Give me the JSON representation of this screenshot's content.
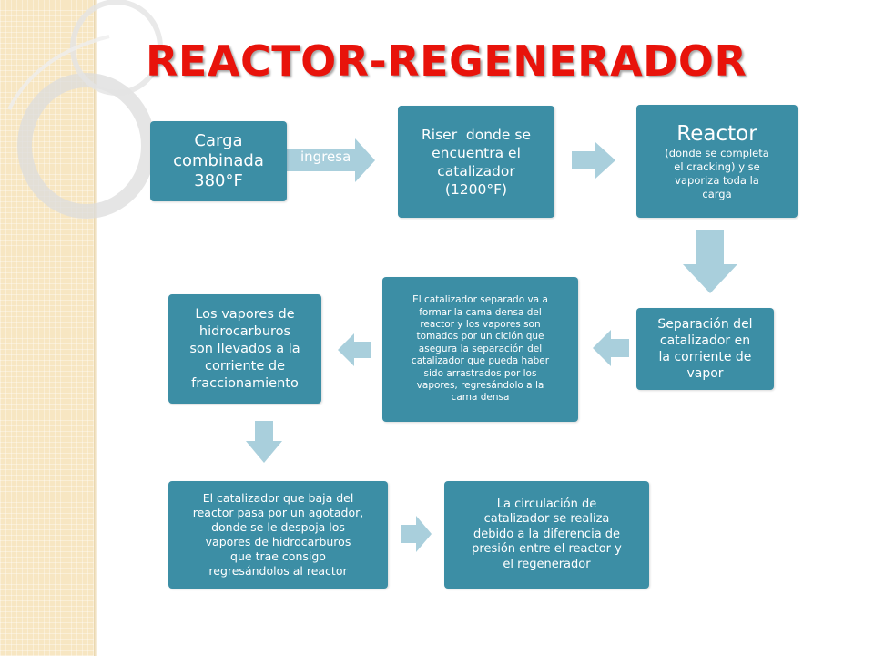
{
  "title": "REACTOR-REGENERADOR",
  "colors": {
    "title": "#e8130b",
    "box": "#3c8ea5",
    "arrow": "#a9cfdc",
    "strip": "#f7e6c2"
  },
  "steps": {
    "carga": {
      "line1": "Carga",
      "line2": "combinada",
      "line3": "380°F"
    },
    "ingresa": "ingresa",
    "riser": {
      "line1": "Riser  donde se",
      "line2": "encuentra el",
      "line3": "catalizador",
      "line4": "(1200°F)"
    },
    "reactor": {
      "heading": "Reactor",
      "line1": "(donde se completa",
      "line2": "el cracking) y se",
      "line3": "vaporiza toda la",
      "line4": "carga"
    },
    "separacion": {
      "line1": "Separación del",
      "line2": "catalizador en",
      "line3": "la corriente de",
      "line4": "vapor"
    },
    "cama_densa": {
      "line1": "El catalizador separado va a",
      "line2": "formar la cama densa del",
      "line3": "reactor y los vapores son",
      "line4": "tomados por un ciclón que",
      "line5": "asegura la separación del",
      "line6": "catalizador que pueda haber",
      "line7": "sido arrastrados por los",
      "line8": "vapores, regresándolo a la",
      "line9": "cama densa"
    },
    "vapores": {
      "line1": "Los vapores de",
      "line2": "hidrocarburos",
      "line3": "son llevados a la",
      "line4": "corriente de",
      "line5": "fraccionamiento"
    },
    "agotador": {
      "line1": "El catalizador que baja del",
      "line2": "reactor pasa por un agotador,",
      "line3": "donde se le despoja los",
      "line4": "vapores de hidrocarburos",
      "line5": "que trae consigo",
      "line6": "regresándolos al reactor"
    },
    "circulacion": {
      "line1": "La circulación de",
      "line2": "catalizador se realiza",
      "line3": "debido a la diferencia de",
      "line4": "presión entre el reactor y",
      "line5": "el regenerador"
    }
  }
}
